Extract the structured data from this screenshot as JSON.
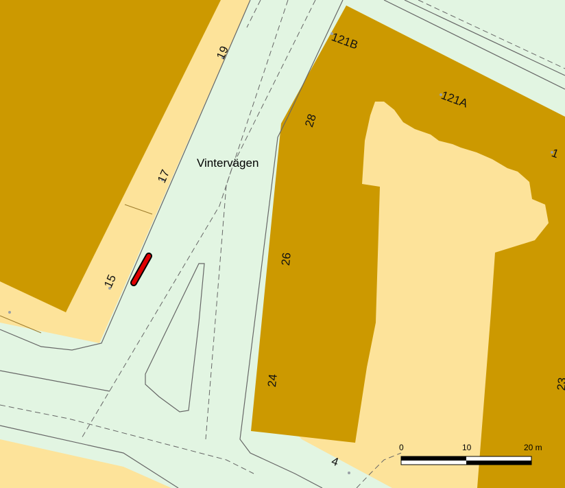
{
  "map": {
    "street_name": "Vintervägen",
    "address_numbers": {
      "n19": "19",
      "n17": "17",
      "n15": "15",
      "n121B": "121B",
      "n121A": "121A",
      "n1": "1",
      "n28": "28",
      "n26": "26",
      "n24": "24",
      "n23": "23",
      "n4": "4"
    },
    "scale_bar": {
      "labels": [
        "0",
        "10",
        "20 m"
      ]
    },
    "colors": {
      "background": "#e2f5e2",
      "plot": "#fde39a",
      "building": "#cc9900",
      "road_line": "#555555",
      "marker": "#e00000"
    }
  }
}
